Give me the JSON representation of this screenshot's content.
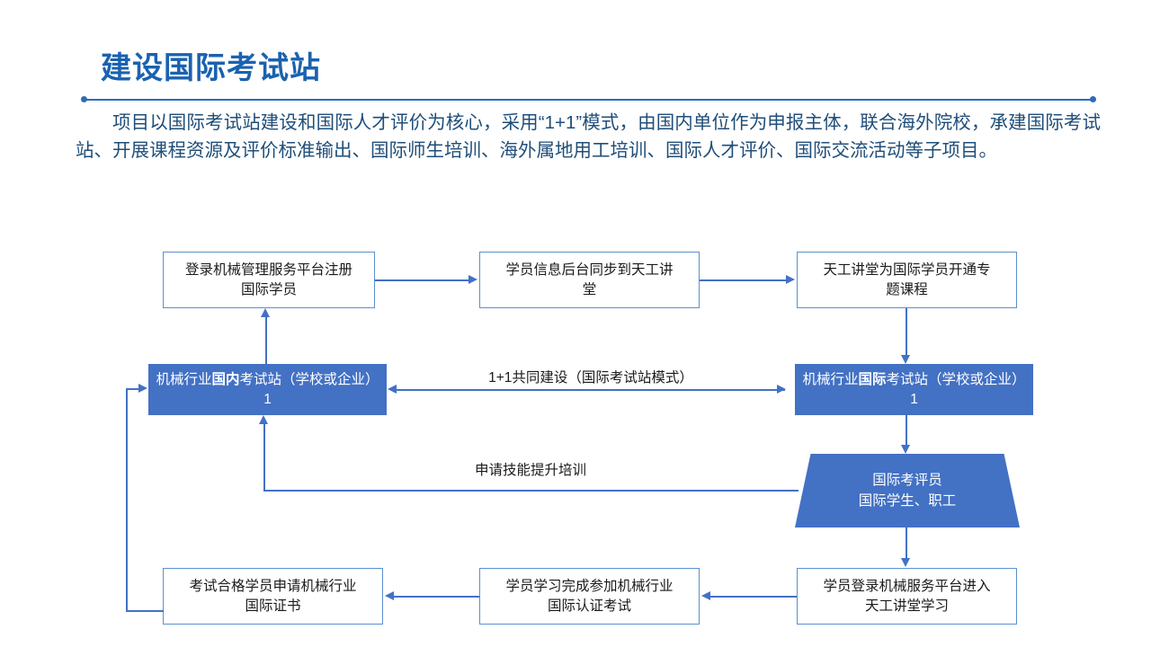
{
  "slide": {
    "title": "建设国际考试站",
    "paragraph": "项目以国际考试站建设和国际人才评价为核心，采用“1+1”模式，由国内单位作为申报主体，联合海外院校，承建国际考试站、开展课程资源及评价标准输出、国际师生培训、海外属地用工培训、国际人才评价、国际交流活动等子项目。",
    "accent_color": "#1a62b0",
    "rule_color": "#2e6bb8",
    "body_text_color": "#1f4e79"
  },
  "flowchart": {
    "shape_fill_color": "#4371c4",
    "shape_border_color": "#5b8fd0",
    "nodes": {
      "register": {
        "label": "登录机械管理服务平台注册国际学员",
        "line1": "登录机械管理服务平台注册",
        "line2": "国际学员"
      },
      "sync": {
        "label": "学员信息后台同步到天工讲堂",
        "line1": "学员信息后台同步到天工讲",
        "line2": "堂"
      },
      "open_course": {
        "label": "天工讲堂为国际学员开通专题课程",
        "line1": "天工讲堂为国际学员开通专",
        "line2": "题课程"
      },
      "domestic_station": {
        "prefix": "机械行业",
        "emphasis": "国内",
        "suffix": "考试站（学校或企业）1",
        "label": "机械行业国内考试站（学校或企业）1"
      },
      "international_station": {
        "prefix": "机械行业",
        "emphasis": "国际",
        "suffix": "考试站（学校或企业）1",
        "label": "机械行业国际考试站（学校或企业）1"
      },
      "examiners": {
        "label": "国际考评员 国际学生、职工",
        "line1": "国际考评员",
        "line2": "国际学生、职工"
      },
      "learn": {
        "label": "学员登录机械服务平台进入天工讲堂学习",
        "line1": "学员登录机械服务平台进入",
        "line2": "天工讲堂学习"
      },
      "exam": {
        "label": "学员学习完成参加机械行业国际认证考试",
        "line1": "学员学习完成参加机械行业",
        "line2": "国际认证考试"
      },
      "certificate": {
        "label": "考试合格学员申请机械行业国际证书",
        "line1": "考试合格学员申请机械行业",
        "line2": "国际证书"
      }
    },
    "edge_labels": {
      "joint_build": "1+1共同建设（国际考试站模式）",
      "skill_training": "申请技能提升培训"
    }
  }
}
